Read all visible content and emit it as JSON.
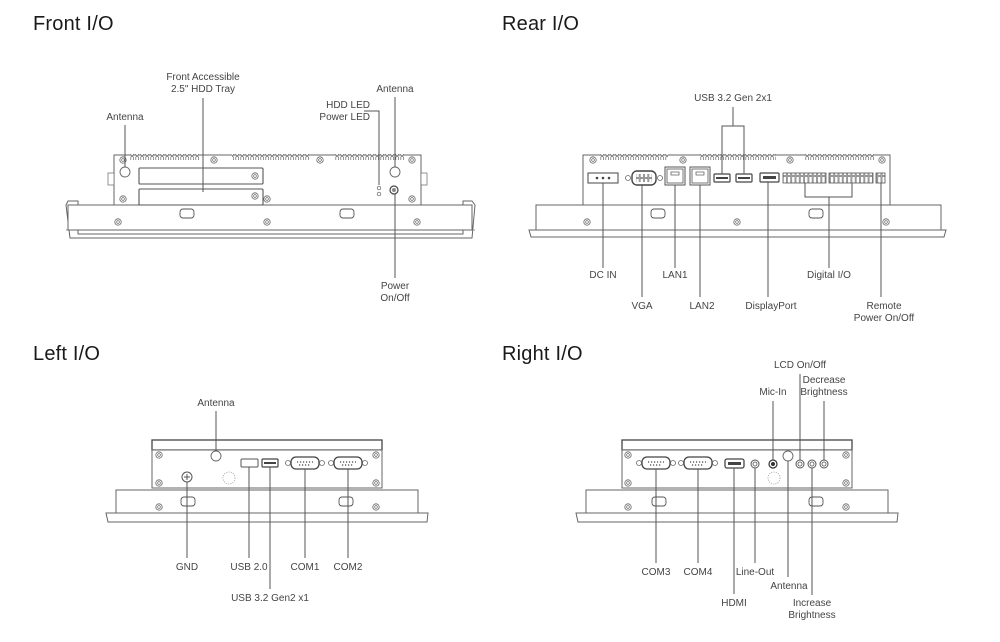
{
  "sections": {
    "front": {
      "title": "Front I/O",
      "labels": {
        "antenna_left": "Antenna",
        "hdd_tray": "Front Accessible\n2.5\" HDD Tray",
        "leds": "HDD LED\nPower LED",
        "antenna_right": "Antenna",
        "power": "Power\nOn/Off"
      }
    },
    "rear": {
      "title": "Rear I/O",
      "labels": {
        "usb": "USB 3.2 Gen 2x1",
        "dc_in": "DC IN",
        "vga": "VGA",
        "lan1": "LAN1",
        "lan2": "LAN2",
        "displayport": "DisplayPort",
        "digital_io": "Digital I/O",
        "remote_power": "Remote\nPower On/Off"
      }
    },
    "left": {
      "title": "Left I/O",
      "labels": {
        "antenna": "Antenna",
        "gnd": "GND",
        "usb20": "USB 2.0",
        "com1": "COM1",
        "com2": "COM2",
        "usb32": "USB 3.2 Gen2 x1"
      }
    },
    "right": {
      "title": "Right I/O",
      "labels": {
        "lcd": "LCD On/Off",
        "decrease": "Decrease\nBrightness",
        "mic": "Mic-In",
        "com3": "COM3",
        "com4": "COM4",
        "lineout": "Line-Out",
        "antenna": "Antenna",
        "hdmi": "HDMI",
        "increase": "Increase\nBrightness"
      }
    }
  }
}
